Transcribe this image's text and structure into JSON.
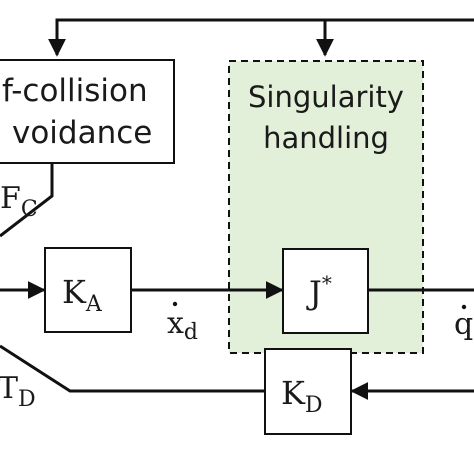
{
  "diagram": {
    "self_collision": {
      "line1": "f-collision",
      "line2": "voidance"
    },
    "singularity": {
      "line1": "Singularity",
      "line2": "handling"
    },
    "blocks": {
      "ka": {
        "main": "K",
        "sub": "A"
      },
      "jstar": {
        "main": "J",
        "sup": "*"
      },
      "kd": {
        "main": "K",
        "sub": "D"
      }
    },
    "signals": {
      "xd": {
        "main": "x",
        "sub": "d"
      },
      "qdot": {
        "main": "q"
      },
      "tau_c": {
        "main": "F",
        "sub": "C"
      },
      "tau_d": {
        "main": "T",
        "sub": "D"
      }
    },
    "colors": {
      "singularity_fill": "#e2efd9",
      "line": "#111111"
    }
  }
}
